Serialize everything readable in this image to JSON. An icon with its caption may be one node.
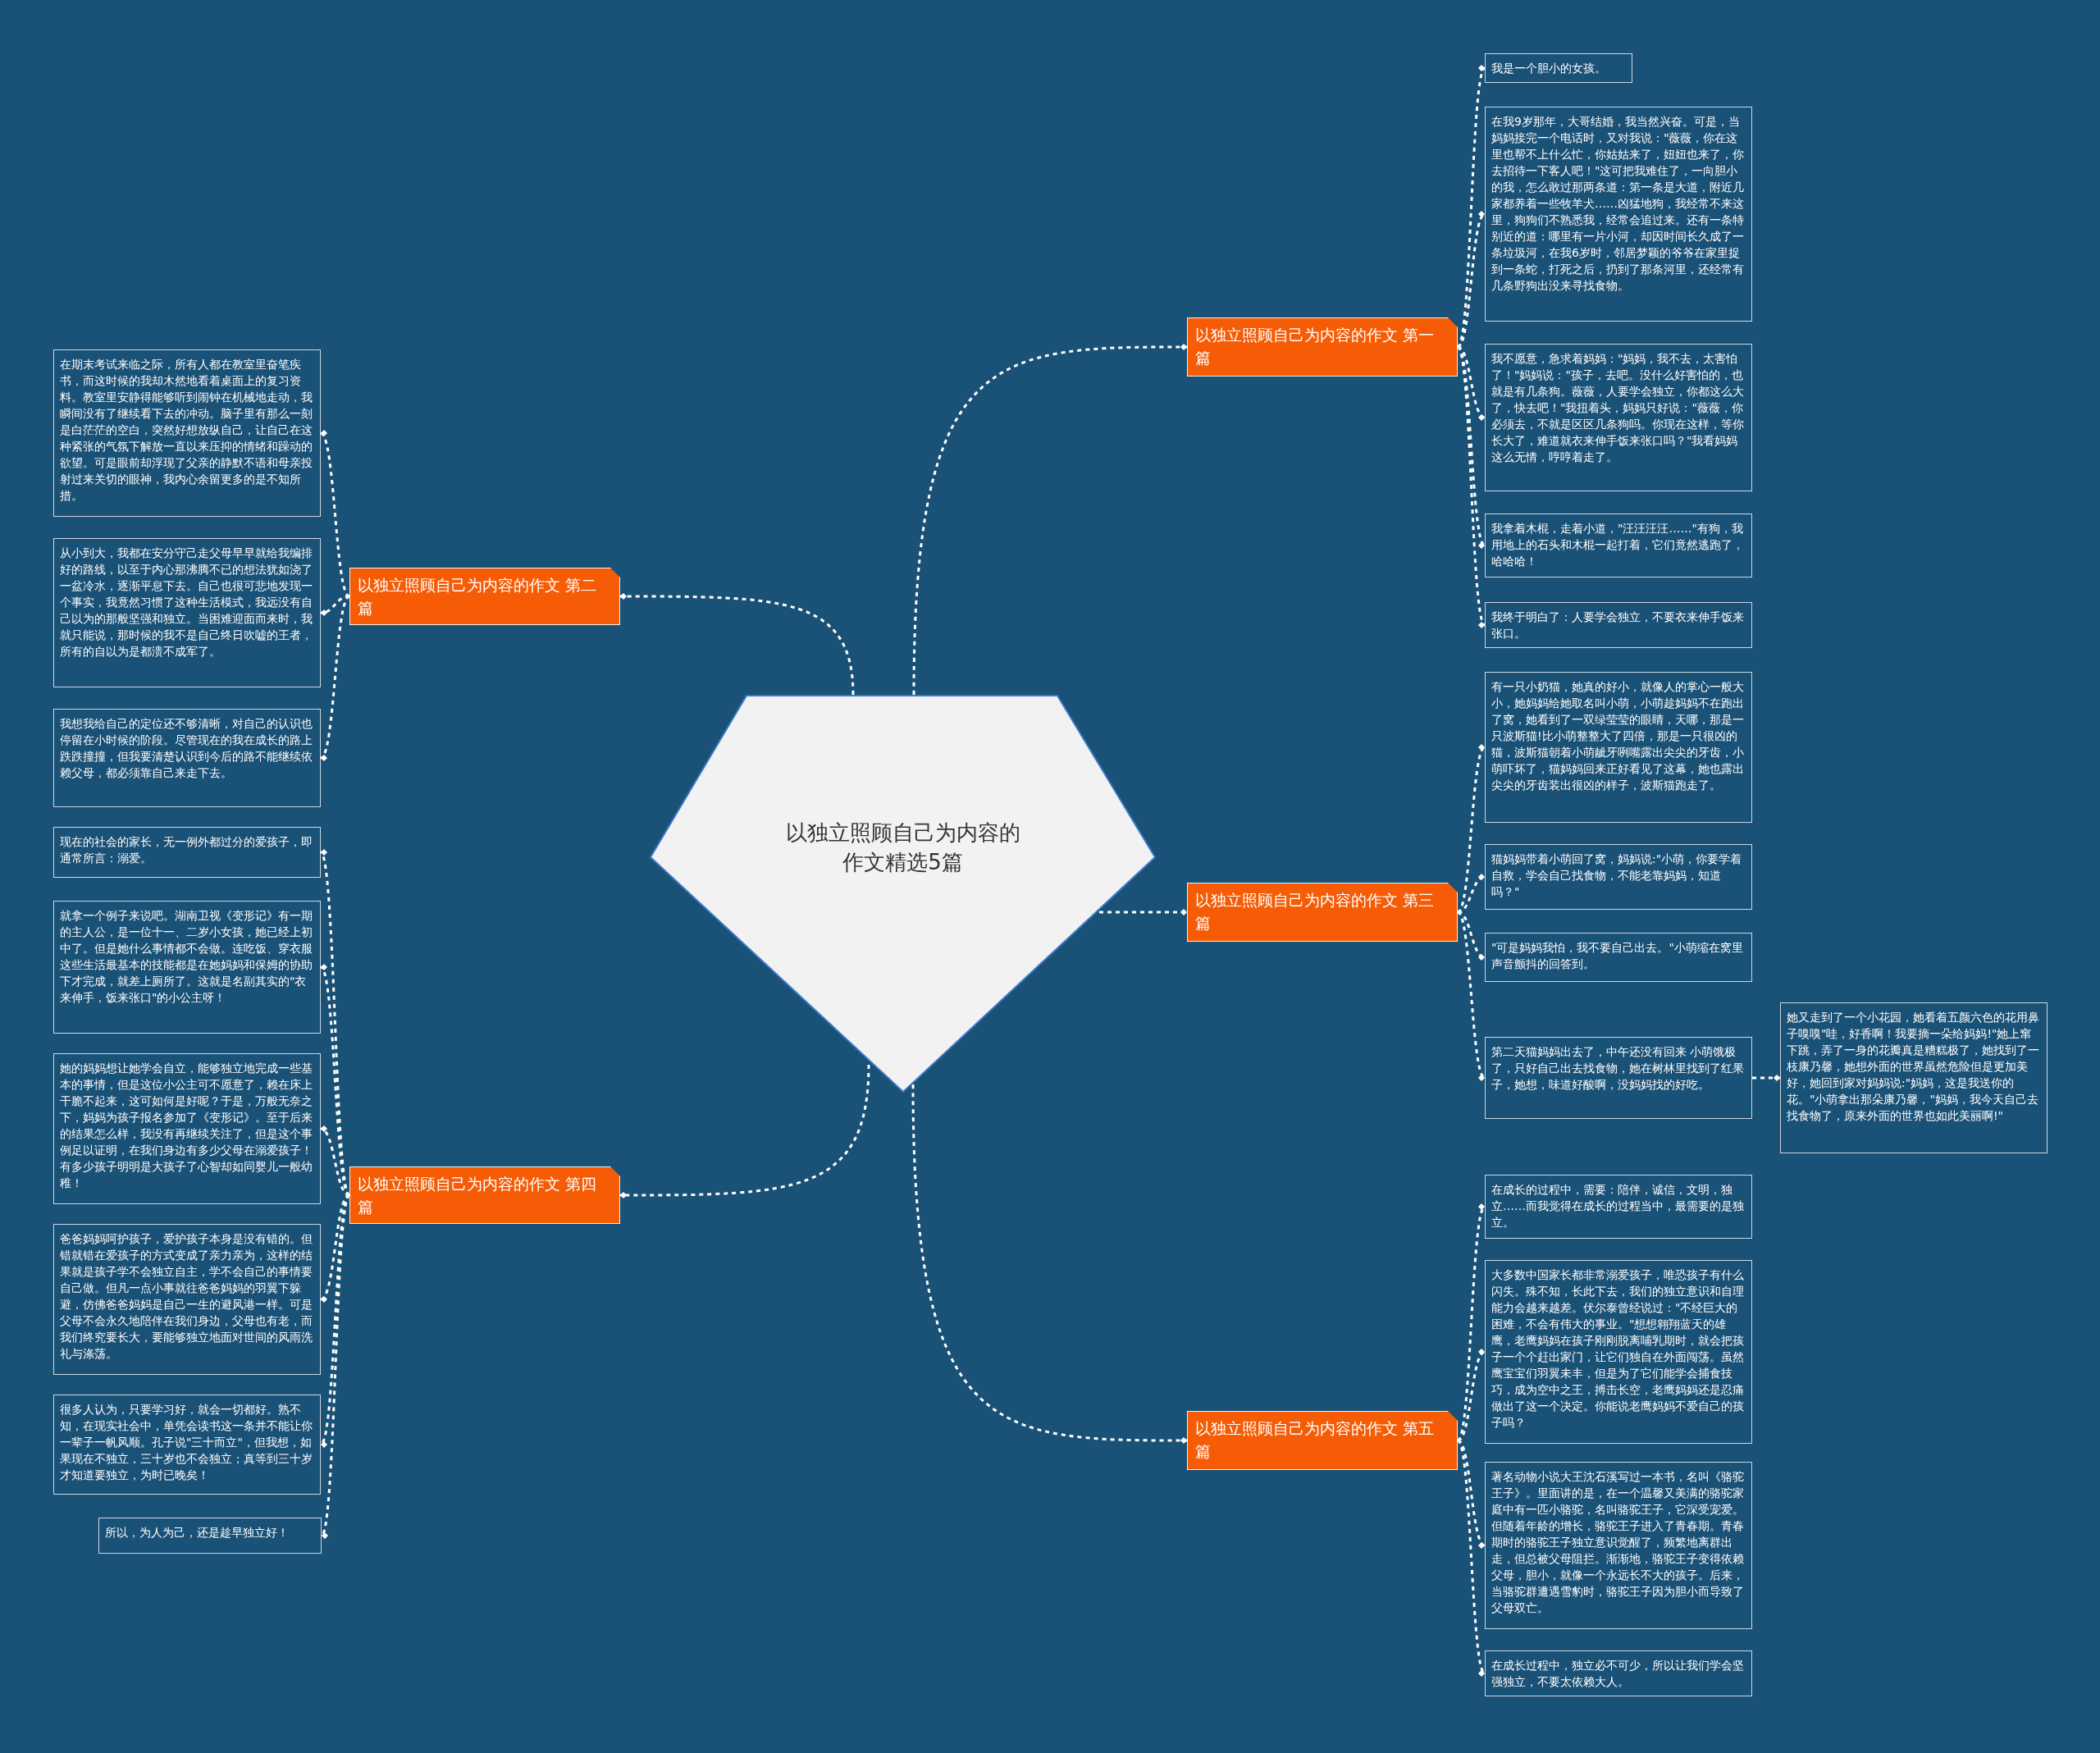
{
  "diagram": {
    "nodes": [
      {
        "text": [
          "以独立照顾自己为内容的作文精选5篇"
        ]
      },
      {
        "text": [
          "以独立照顾自己为内容的作文 第一篇"
        ]
      },
      {
        "text": [
          "我是一个胆小的女孩。"
        ]
      },
      {
        "text": [
          "在我9岁那年，大哥结婚，我当然兴奋。可是，当妈妈接完一个电话时，又对我说：\"薇薇，你在这里也帮不上什么忙，你姑姑来了，妞妞也来了，你去招待一下客人吧！\"这可把我难住了，一向胆小的我，怎么敢过那两条道：第一条是大道，附近几家都养着一些牧羊犬……凶猛地狗，我经常不来这里，狗狗们不熟悉我，经常会追过来。还有一条特别近的道：哪里有一片小河，却因时间长久成了一条垃圾河，在我6岁时，邻居梦颖的爷爷在家里捉到一条蛇，打死之后，扔到了那条河里，还经常有几条野狗出没来寻找食物。"
        ]
      },
      {
        "text": [
          "我不愿意，急求着妈妈：\"妈妈，我不去，太害怕了！\"妈妈说：\"孩子，去吧。没什么好害怕的，也就是有几条狗。薇薇，人要学会独立，你都这么大了，快去吧！\"我扭着头，妈妈只好说：\"薇薇，你必须去，不就是区区几条狗吗。你现在这样，等你长大了，难道就衣来伸手饭来张口吗？\"我看妈妈这么无情，哼哼着走了。"
        ]
      },
      {
        "text": [
          "我拿着木棍，走着小道，\"汪汪汪汪……\"有狗，我用地上的石头和木棍一起打着，它们竟然逃跑了，哈哈哈！"
        ]
      },
      {
        "text": [
          "我终于明白了：人要学会独立，不要衣来伸手饭来张口。"
        ]
      },
      {
        "text": [
          "以独立照顾自己为内容的作文 第二篇"
        ]
      },
      {
        "text": [
          "在期末考试来临之际，所有人都在教室里奋笔疾书，而这时候的我却木然地看着桌面上的复习资料。教室里安静得能够听到闹钟在机械地走动，我瞬间没有了继续看下去的冲动。脑子里有那么一刻是白茫茫的空白，突然好想放纵自己，让自己在这种紧张的气氛下解放一直以来压抑的情绪和躁动的欲望。可是眼前却浮现了父亲的静默不语和母亲投射过来关切的眼神，我内心余留更多的是不知所措。"
        ]
      },
      {
        "text": [
          "从小到大，我都在安分守己走父母早早就给我编排好的路线，以至于内心那沸腾不已的想法犹如浇了一盆冷水，逐渐平息下去。自己也很可悲地发现一个事实，我竟然习惯了这种生活模式，我远没有自己以为的那般坚强和独立。当困难迎面而来时，我就只能说，那时候的我不是自己终日吹嘘的王者，所有的自以为是都溃不成军了。"
        ]
      },
      {
        "text": [
          "我想我给自己的定位还不够清晰，对自己的认识也停留在小时候的阶段。尽管现在的我在成长的路上跌跌撞撞，但我要清楚认识到今后的路不能继续依赖父母，都必须靠自己来走下去。"
        ]
      },
      {
        "text": [
          "以独立照顾自己为内容的作文 第三篇"
        ]
      },
      {
        "text": [
          "有一只小奶猫，她真的好小，就像人的掌心一般大小，她妈妈给她取名叫小萌，小萌趁妈妈不在跑出了窝，她看到了一双绿莹莹的眼睛，天哪，那是一只波斯猫!比小萌整整大了四倍，那是一只很凶的猫，波斯猫朝着小萌龇牙咧嘴露出尖尖的牙齿，小萌吓坏了，猫妈妈回来正好看见了这幕，她也露出尖尖的牙齿装出很凶的样子，波斯猫跑走了。"
        ]
      },
      {
        "text": [
          "猫妈妈带着小萌回了窝，妈妈说:\"小萌，你要学着自救，学会自己找食物，不能老靠妈妈，知道吗？\""
        ]
      },
      {
        "text": [
          "\"可是妈妈我怕，我不要自己出去。\"小萌缩在窝里声音颤抖的回答到。"
        ]
      },
      {
        "text": [
          "第二天猫妈妈出去了，中午还没有回来 小萌饿极了，只好自己出去找食物，她在树林里找到了红果子，她想，味道好酸啊，没妈妈找的好吃。"
        ]
      },
      {
        "text": [
          "她又走到了一个小花园，她看着五颜六色的花用鼻子嗅嗅\"哇，好香啊！我要摘一朵给妈妈!\"她上窜下跳，弄了一身的花瓣真是糟糕极了，她找到了一枝康乃馨，她想外面的世界虽然危险但是更加美好，她回到家对妈妈说:\"妈妈，这是我送你的花。\"小萌拿出那朵康乃馨，\"妈妈，我今天自己去找食物了，原来外面的世界也如此美丽啊!\""
        ]
      },
      {
        "text": [
          "以独立照顾自己为内容的作文 第四篇"
        ]
      },
      {
        "text": [
          "现在的社会的家长，无一例外都过分的爱孩子，即通常所言：溺爱。"
        ]
      },
      {
        "text": [
          "就拿一个例子来说吧。湖南卫视《变形记》有一期的主人公，是一位十一、二岁小女孩，她已经上初中了。但是她什么事情都不会做。连吃饭、穿衣服这些生活最基本的技能都是在她妈妈和保姆的协助下才完成，就差上厕所了。这就是名副其实的\"衣来伸手，饭来张口\"的小公主呀！"
        ]
      },
      {
        "text": [
          "她的妈妈想让她学会自立，能够独立地完成一些基本的事情，但是这位小公主可不愿意了，赖在床上干脆不起来，这可如何是好呢？于是，万般无奈之下，妈妈为孩子报名参加了《变形记》。至于后来的结果怎么样，我没有再继续关注了，但是这个事例足以证明，在我们身边有多少父母在溺爱孩子！有多少孩子明明是大孩子了心智却如同婴儿一般幼稚！"
        ]
      },
      {
        "text": [
          "爸爸妈妈呵护孩子，爱护孩子本身是没有错的。但错就错在爱孩子的方式变成了亲力亲为，这样的结果就是孩子学不会独立自主，学不会自己的事情要自己做。但凡一点小事就往爸爸妈妈的羽翼下躲避，仿佛爸爸妈妈是自己一生的避风港一样。可是父母不会永久地陪伴在我们身边，父母也有老，而我们终究要长大，要能够独立地面对世间的风雨洗礼与涤荡。"
        ]
      },
      {
        "text": [
          "很多人认为，只要学习好，就会一切都好。熟不知，在现实社会中，单凭会读书这一条并不能让你一辈子一帆风顺。孔子说\"三十而立\"，但我想，如果现在不独立，三十岁也不会独立；真等到三十岁才知道要独立，为时已晚矣！"
        ]
      },
      {
        "text": [
          "所以，为人为己，还是趁早独立好！"
        ]
      },
      {
        "text": [
          "以独立照顾自己为内容的作文 第五篇"
        ]
      },
      {
        "text": [
          "在成长的过程中，需要：陪伴，诚信，文明，独立……而我觉得在成长的过程当中，最需要的是独立。"
        ]
      },
      {
        "text": [
          "大多数中国家长都非常溺爱孩子，唯恐孩子有什么闪失。殊不知，长此下去，我们的独立意识和自理能力会越来越差。伏尔泰曾经说过：\"不经巨大的困难，不会有伟大的事业。\"想想翱翔蓝天的雄鹰，老鹰妈妈在孩子刚刚脱离哺乳期时，就会把孩子一个个赶出家门，让它们独自在外面闯荡。虽然鹰宝宝们羽翼未丰，但是为了它们能学会捕食技巧，成为空中之王，搏击长空，老鹰妈妈还是忍痛做出了这一个决定。你能说老鹰妈妈不爱自己的孩子吗？"
        ]
      },
      {
        "text": [
          "著名动物小说大王沈石溪写过一本书，名叫《骆驼王子》。里面讲的是，在一个温馨又美满的骆驼家庭中有一匹小骆驼，名叫骆驼王子，它深受宠爱。但随着年龄的增长，骆驼王子进入了青春期。青春期时的骆驼王子独立意识觉醒了，频繁地离群出走，但总被父母阻拦。渐渐地，骆驼王子变得依赖父母，胆小，就像一个永远长不大的孩子。后来，当骆驼群遭遇雪豹时，骆驼王子因为胆小而导致了父母双亡。"
        ]
      },
      {
        "text": [
          "在成长过程中，独立必不可少，所以让我们学会坚强独立，不要太依赖大人。"
        ]
      }
    ],
    "edges": [
      {
        "from": 0,
        "to": 1,
        "arrow": "other"
      },
      {
        "from": 1,
        "to": 2,
        "arrow": "other"
      },
      {
        "from": 1,
        "to": 3,
        "arrow": "other"
      },
      {
        "from": 1,
        "to": 4,
        "arrow": "other"
      },
      {
        "from": 1,
        "to": 5,
        "arrow": "other"
      },
      {
        "from": 1,
        "to": 6,
        "arrow": "other"
      },
      {
        "from": 0,
        "to": 7,
        "arrow": "other"
      },
      {
        "from": 7,
        "to": 8,
        "arrow": "other"
      },
      {
        "from": 7,
        "to": 9,
        "arrow": "other"
      },
      {
        "from": 7,
        "to": 10,
        "arrow": "other"
      },
      {
        "from": 0,
        "to": 11,
        "arrow": "other"
      },
      {
        "from": 11,
        "to": 12,
        "arrow": "other"
      },
      {
        "from": 11,
        "to": 13,
        "arrow": "other"
      },
      {
        "from": 11,
        "to": 14,
        "arrow": "other"
      },
      {
        "from": 11,
        "to": 15,
        "arrow": "other"
      },
      {
        "from": 15,
        "to": 16,
        "arrow": "other"
      },
      {
        "from": 0,
        "to": 17,
        "arrow": "other"
      },
      {
        "from": 17,
        "to": 18,
        "arrow": "other"
      },
      {
        "from": 17,
        "to": 19,
        "arrow": "other"
      },
      {
        "from": 17,
        "to": 20,
        "arrow": "other"
      },
      {
        "from": 17,
        "to": 21,
        "arrow": "other"
      },
      {
        "from": 17,
        "to": 22,
        "arrow": "other"
      },
      {
        "from": 17,
        "to": 23,
        "arrow": "other"
      },
      {
        "from": 0,
        "to": 24,
        "arrow": "other"
      },
      {
        "from": 24,
        "to": 25,
        "arrow": "other"
      },
      {
        "from": 24,
        "to": 26,
        "arrow": "other"
      },
      {
        "from": 24,
        "to": 27,
        "arrow": "other"
      },
      {
        "from": 24,
        "to": 28,
        "arrow": "other"
      }
    ]
  }
}
